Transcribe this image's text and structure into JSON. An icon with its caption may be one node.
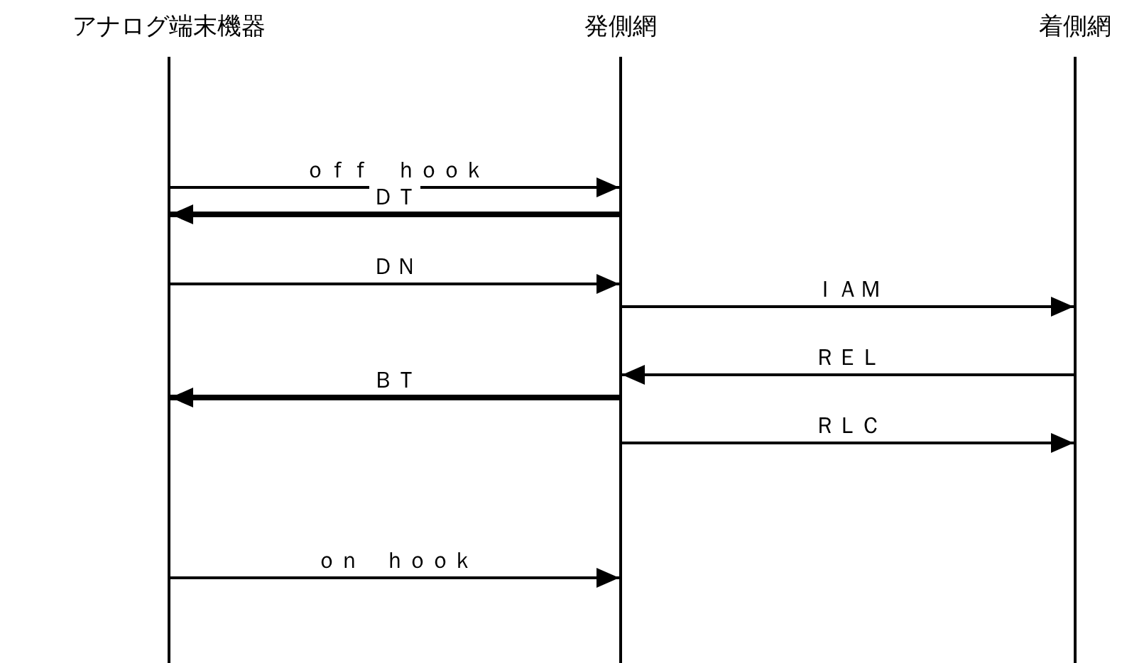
{
  "diagram": {
    "nodes": [
      {
        "text": [
          "アナログ端末機器"
        ]
      },
      {
        "text": [
          "発側網"
        ]
      },
      {
        "text": [
          "着側網"
        ]
      }
    ],
    "edges": [
      {
        "from": 0,
        "to": 1,
        "arrow": "to",
        "label": "ｏｆｆ　ｈｏｏｋ"
      },
      {
        "from": 1,
        "to": 0,
        "arrow": "to",
        "label": "ＤＴ",
        "style": "thick"
      },
      {
        "from": 0,
        "to": 1,
        "arrow": "to",
        "label": "ＤＮ"
      },
      {
        "from": 1,
        "to": 2,
        "arrow": "to",
        "label": "ＩＡＭ"
      },
      {
        "from": 2,
        "to": 1,
        "arrow": "to",
        "label": "ＲＥＬ"
      },
      {
        "from": 1,
        "to": 0,
        "arrow": "to",
        "label": "ＢＴ",
        "style": "thick"
      },
      {
        "from": 1,
        "to": 2,
        "arrow": "to",
        "label": "ＲＬＣ"
      },
      {
        "from": 0,
        "to": 1,
        "arrow": "to",
        "label": "ｏｎ　ｈｏｏｋ"
      }
    ]
  }
}
